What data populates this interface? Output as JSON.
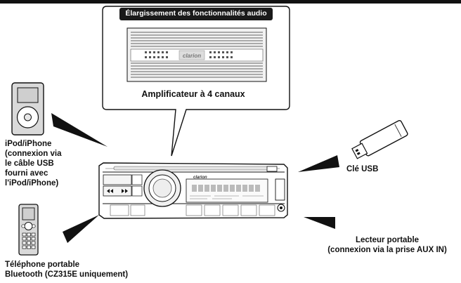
{
  "banner": {
    "title": "Élargissement des fonctionnalités audio"
  },
  "amplifier": {
    "caption": "Amplificateur à 4 canaux",
    "brand": "clarion"
  },
  "head_unit": {
    "brand": "clarion"
  },
  "devices": {
    "ipod": {
      "lines": [
        "iPod/iPhone",
        "(connexion via",
        "le câble USB",
        "fourni avec",
        "l'iPod/iPhone)"
      ]
    },
    "usb": {
      "label": "Clé USB"
    },
    "portable_player": {
      "lines": [
        "Lecteur portable",
        "(connexion via la prise AUX IN)"
      ]
    },
    "bluetooth_phone": {
      "lines": [
        "Téléphone portable",
        "Bluetooth (CZ315E uniquement)"
      ]
    }
  },
  "colors": {
    "ink": "#111111",
    "bubble_title_bg": "#1a1a1a",
    "device_gray": "#d9d9d9",
    "arrow": "#111111"
  }
}
